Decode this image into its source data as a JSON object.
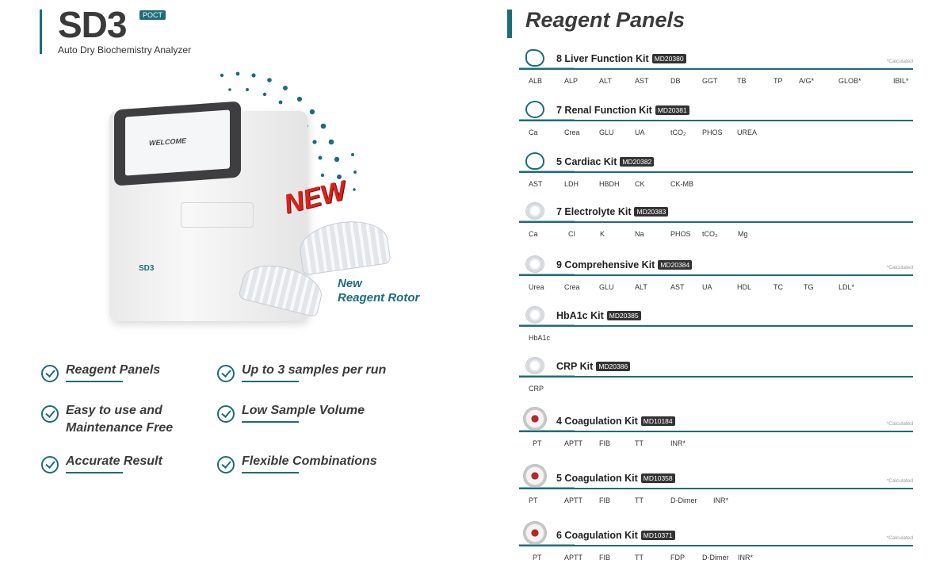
{
  "brand": {
    "title": "SD3",
    "badge": "POCT",
    "subtitle": "Auto Dry Biochemistry Analyzer"
  },
  "product": {
    "screen_text": "WELCOME",
    "device_label": "SD3",
    "new_badge": "NEW",
    "rotor_label_line1": "New",
    "rotor_label_line2": "Reagent Rotor"
  },
  "features": [
    {
      "label": "Reagent Panels"
    },
    {
      "label": "Up to 3 samples per run"
    },
    {
      "label_line1": "Easy to use and",
      "label_line2": "Maintenance Free"
    },
    {
      "label": "Low Sample Volume"
    },
    {
      "label": "Accurate Result"
    },
    {
      "label": "Flexible Combinations"
    }
  ],
  "panels_title": "Reagent Panels",
  "calculated_note": "*Calculated",
  "panels": [
    {
      "name": "8 Liver Function Kit",
      "code": "MD20380",
      "icon": "liver-icon",
      "calculated": true,
      "analytes": [
        "ALB",
        "ALP",
        "ALT",
        "AST",
        "DB",
        "GGT",
        "TB",
        "TP",
        "A/G*",
        "GLOB*",
        "IBIL*"
      ]
    },
    {
      "name": "7 Renal Function Kit",
      "code": "MD20381",
      "icon": "kidney-icon",
      "calculated": false,
      "analytes": [
        "Ca",
        "Crea",
        "GLU",
        "UA",
        "tCO₂",
        "PHOS",
        "UREA"
      ]
    },
    {
      "name": "5 Cardiac Kit",
      "code": "MD20382",
      "icon": "heart-icon",
      "calculated": false,
      "analytes": [
        "AST",
        "LDH",
        "HBDH",
        "CK",
        "CK-MB"
      ]
    },
    {
      "name": "7 Electrolyte Kit",
      "code": "MD20383",
      "icon": "rotor-icon",
      "calculated": false,
      "analytes": [
        "Ca",
        "Cl",
        "K",
        "Na",
        "PHOS",
        "tCO₂",
        "Mg"
      ]
    },
    {
      "name": "9 Comprehensive Kit",
      "code": "MD20384",
      "icon": "rotor-icon",
      "calculated": true,
      "analytes": [
        "Urea",
        "Crea",
        "GLU",
        "ALT",
        "AST",
        "UA",
        "HDL",
        "TC",
        "TG",
        "LDL*"
      ]
    },
    {
      "name": "HbA1c Kit",
      "code": "MD20385",
      "icon": "rotor-icon",
      "calculated": false,
      "analytes": [
        "HbA1c"
      ]
    },
    {
      "name": "CRP Kit",
      "code": "MD20386",
      "icon": "rotor-icon",
      "calculated": false,
      "analytes": [
        "CRP"
      ]
    },
    {
      "name": "4 Coagulation Kit",
      "code": "MD10184",
      "icon": "coagulation-rotor-icon",
      "calculated": true,
      "analytes": [
        "PT",
        "APTT",
        "FIB",
        "TT",
        "INR*"
      ]
    },
    {
      "name": "5 Coagulation Kit",
      "code": "MD10358",
      "icon": "coagulation-rotor-icon",
      "calculated": true,
      "analytes": [
        "PT",
        "APTT",
        "FIB",
        "TT",
        "D-Dimer",
        "INR*"
      ]
    },
    {
      "name": "6 Coagulation Kit",
      "code": "MD10371",
      "icon": "coagulation-rotor-icon",
      "calculated": true,
      "analytes": [
        "PT",
        "APTT",
        "FIB",
        "TT",
        "FDP",
        "D-Dimer",
        "INR*"
      ]
    }
  ],
  "colors": {
    "accent": "#1b6d7a",
    "new_badge": "#d9221c",
    "code_badge": "#333333"
  }
}
